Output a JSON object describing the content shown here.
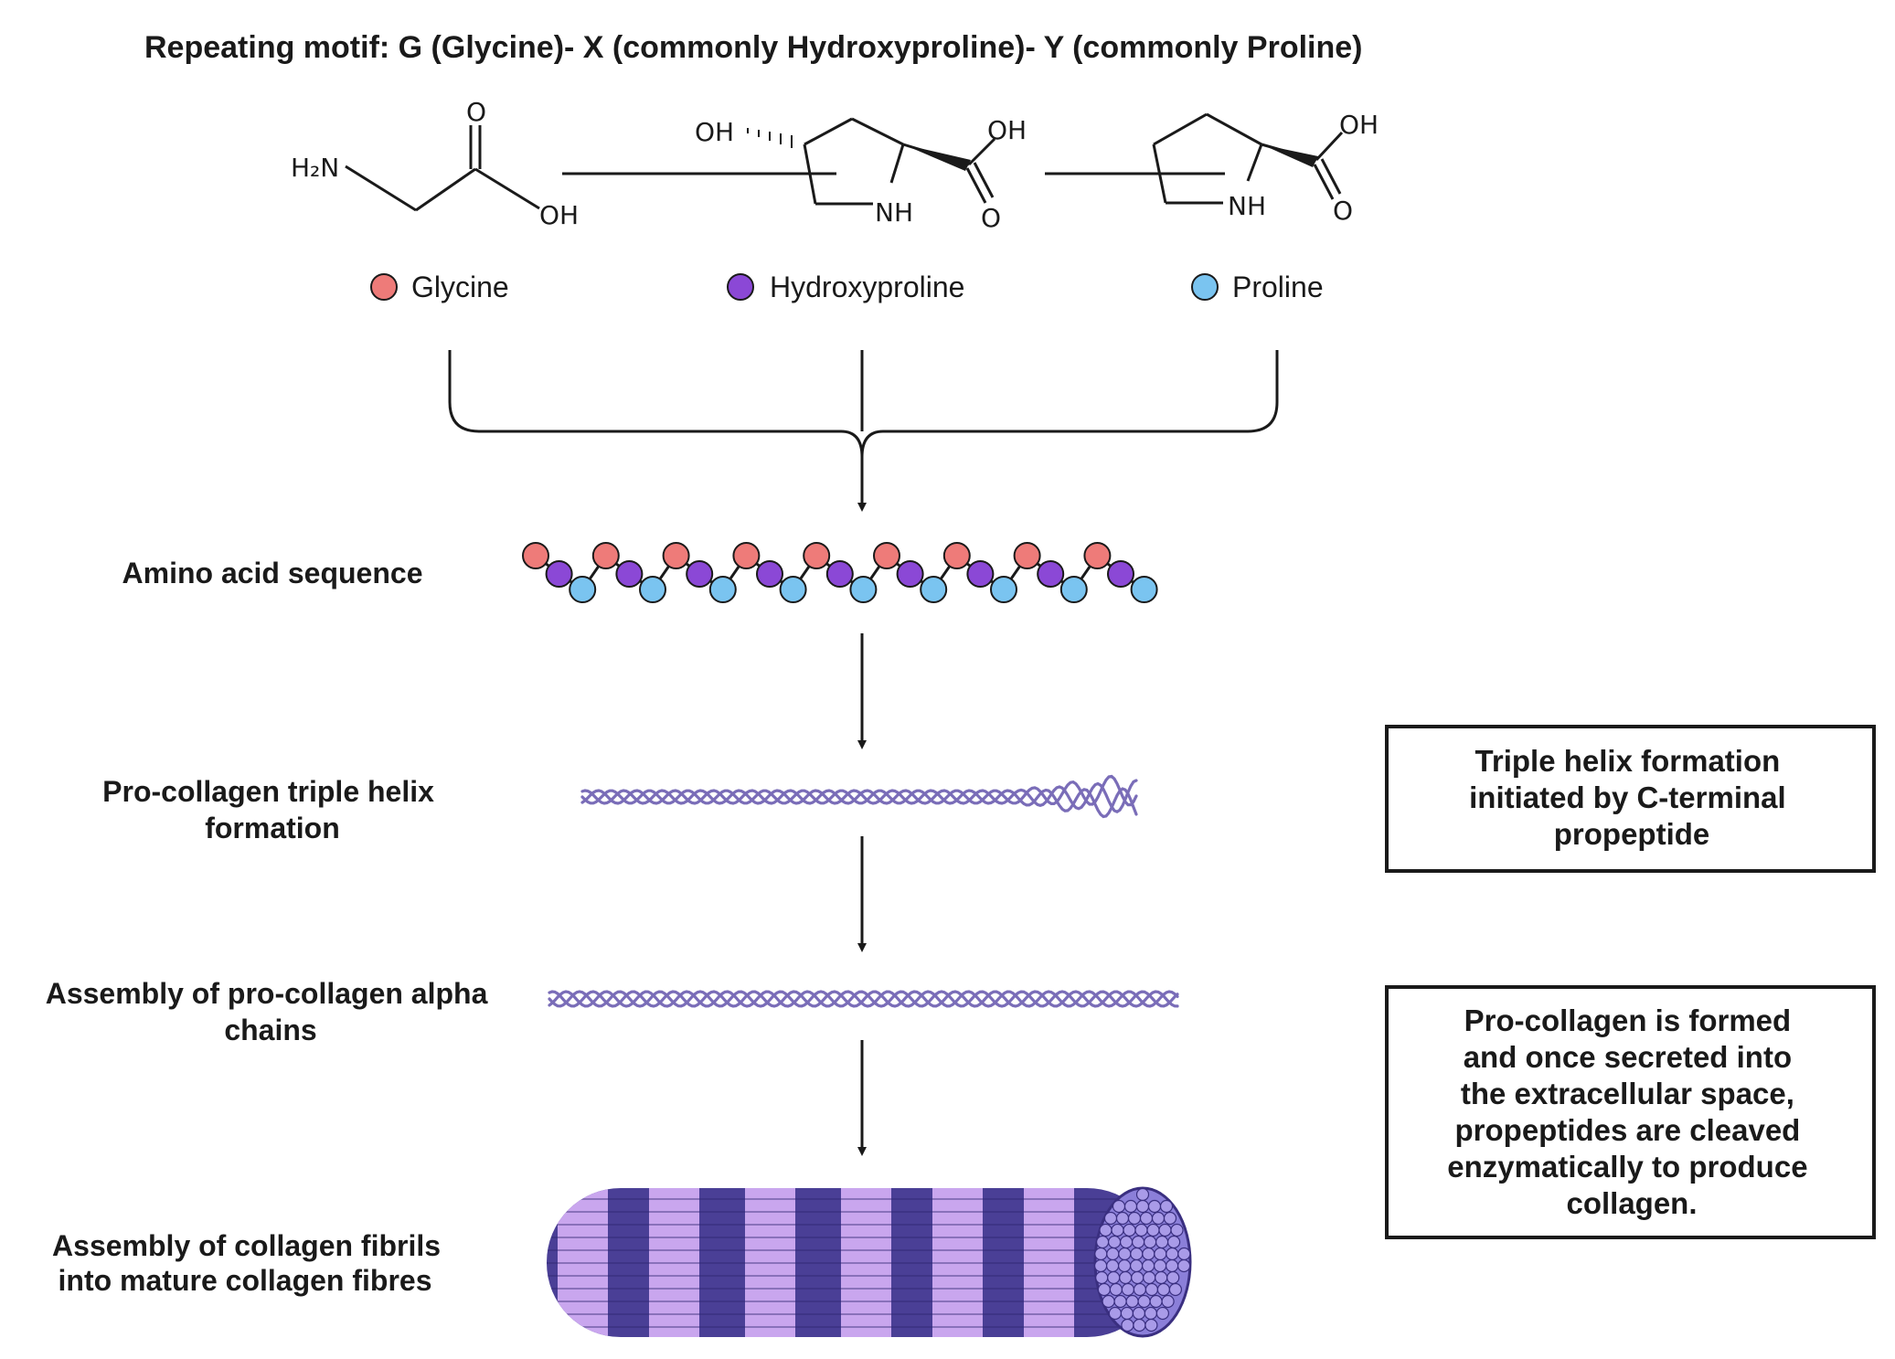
{
  "title": "Repeating motif: G (Glycine)- X (commonly Hydroxyproline)- Y (commonly Proline)",
  "chem": {
    "glycine": {
      "amine": "H₂N",
      "carbonyl_o": "O",
      "hydroxyl": "OH"
    },
    "hydroxyproline": {
      "hydroxy": "OH",
      "nh": "NH",
      "acid_oh": "OH",
      "acid_o": "O"
    },
    "proline": {
      "nh": "NH",
      "acid_oh": "OH",
      "acid_o": "O"
    }
  },
  "legend": [
    {
      "label": "Glycine",
      "color": "#ee7b79"
    },
    {
      "label": "Hydroxyproline",
      "color": "#8b48d6"
    },
    {
      "label": "Proline",
      "color": "#7ac4f0"
    }
  ],
  "steps": [
    {
      "label_lines": [
        "Amino acid sequence"
      ]
    },
    {
      "label_lines": [
        "Pro-collagen triple helix",
        "formation"
      ]
    },
    {
      "label_lines": [
        "Assembly of pro-collagen alpha",
        "chains"
      ]
    },
    {
      "label_lines": [
        "Assembly of collagen fibrils",
        "into mature collagen fibres"
      ]
    }
  ],
  "notes": [
    {
      "lines": [
        "Triple helix formation",
        "initiated by C-terminal",
        "propeptide"
      ]
    },
    {
      "lines": [
        "Pro-collagen is formed",
        "and once secreted into",
        "the extracellular space,",
        "propeptides are cleaved",
        "enzymatically to produce",
        "collagen."
      ]
    }
  ],
  "colors": {
    "ink": "#1a1a1a",
    "helix": "#7a6db8",
    "fibre_dark": "#4a3f96",
    "fibre_light": "#c9a6ee"
  }
}
